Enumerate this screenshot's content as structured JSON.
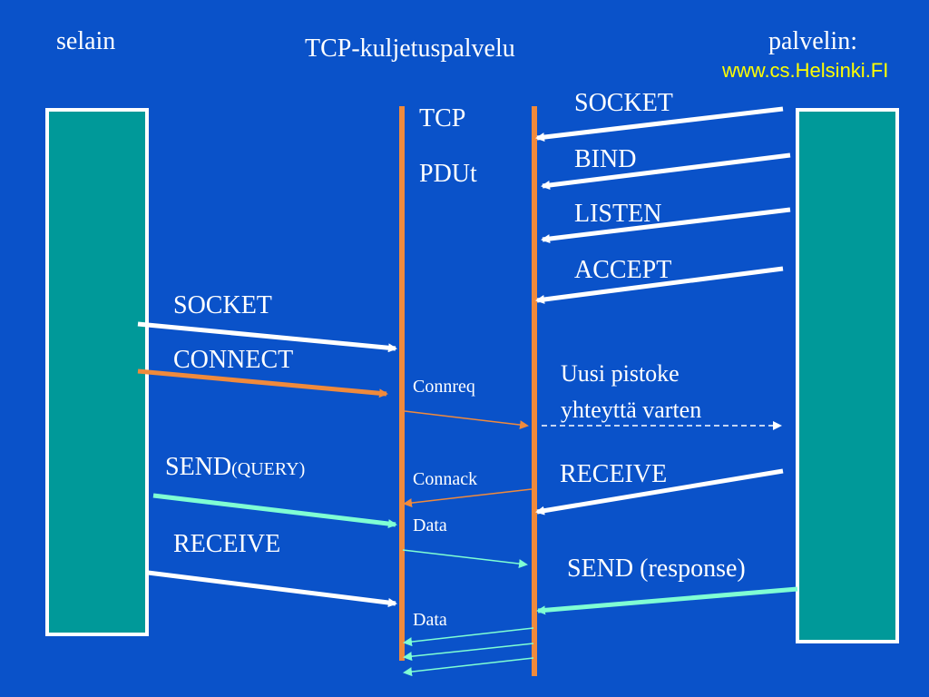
{
  "colors": {
    "background": "#0a52c9",
    "box_fill": "#009999",
    "box_border": "#ffffff",
    "tcp_line": "#f08a3c",
    "white_arrow": "#ffffff",
    "aqua_arrow": "#7fffd4",
    "url_text": "#ffff00"
  },
  "headers": {
    "client": "selain",
    "transport": "TCP-kuljetuspalvelu",
    "server": "palvelin:",
    "server_url": "www.cs.Helsinki.FI"
  },
  "tcp_labels": {
    "line1": "TCP",
    "line2": "PDUt"
  },
  "server_calls": {
    "socket": "SOCKET",
    "bind": "BIND",
    "listen": "LISTEN",
    "accept": "ACCEPT",
    "new_socket_line1": "Uusi pistoke",
    "new_socket_line2": "yhteyttä varten",
    "receive": "RECEIVE",
    "send": "SEND (response)"
  },
  "client_calls": {
    "socket": "SOCKET",
    "connect": "CONNECT",
    "send": "SEND",
    "send_param": "(QUERY)",
    "receive": "RECEIVE"
  },
  "pdus": {
    "connreq": "Connreq",
    "connack": "Connack",
    "data_query": "Data",
    "data_response": "Data"
  }
}
